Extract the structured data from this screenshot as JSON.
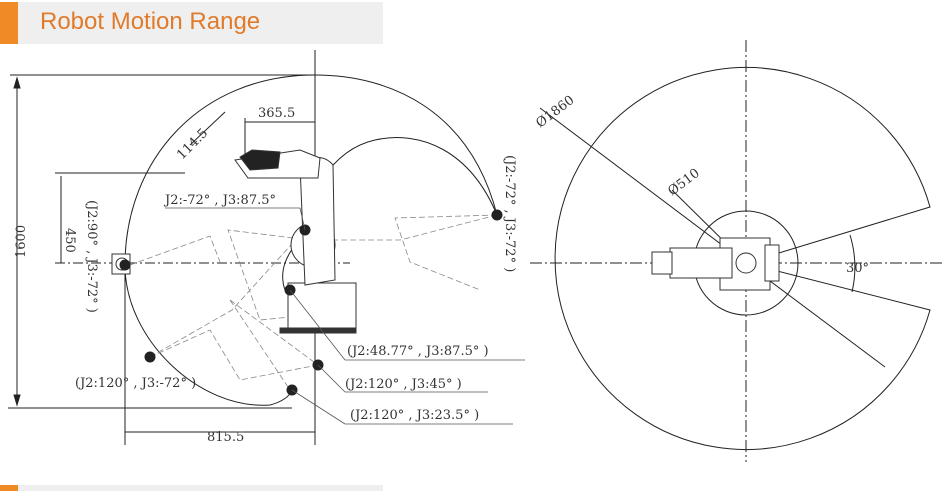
{
  "header": {
    "title": "Robot Motion Range",
    "accent_color": "#f08a24",
    "title_color": "#e07b2c"
  },
  "side_view": {
    "dimensions": {
      "height_total": "1600",
      "height_offset": "450",
      "reach": "815.5",
      "upper_arm": "365.5",
      "tool": "114.5"
    },
    "poses": {
      "p1": "J2:-72° , J3:87.5°",
      "p2": "(J2:90° , J3:-72° )",
      "p3": "(J2:-72° , J3:-72° )",
      "p4": "(J2:48.77° , J3:87.5° )",
      "p5": "(J2:120° , J3:-72° )",
      "p6": "(J2:120° , J3:45° )",
      "p7": "(J2:120° , J3:23.5° )"
    }
  },
  "top_view": {
    "outer_diameter": "Ø1860",
    "inner_diameter": "Ø510",
    "wedge_angle": "30°"
  }
}
